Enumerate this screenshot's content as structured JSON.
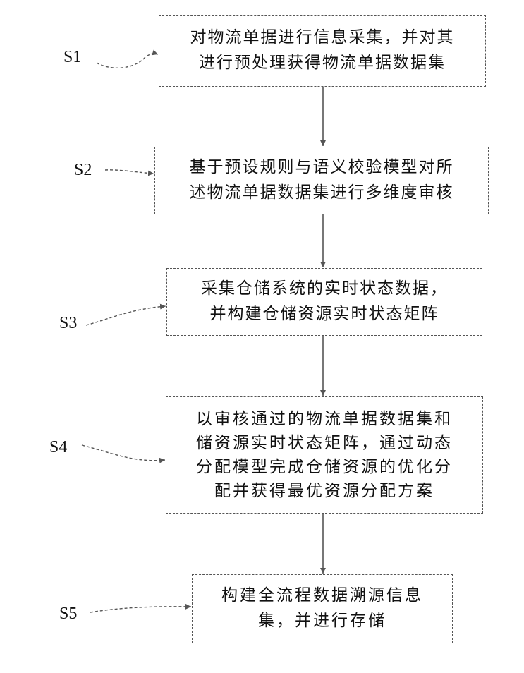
{
  "flowchart": {
    "steps": [
      {
        "id": "S1",
        "label": "S1",
        "text": "对物流单据进行信息采集，并对其\n进行预处理获得物流单据数据集"
      },
      {
        "id": "S2",
        "label": "S2",
        "text": "基于预设规则与语义校验模型对所\n述物流单据数据集进行多维度审核"
      },
      {
        "id": "S3",
        "label": "S3",
        "text": "采集仓储系统的实时状态数据，\n并构建仓储资源实时状态矩阵"
      },
      {
        "id": "S4",
        "label": "S4",
        "text": "以审核通过的物流单据数据集和\n储资源实时状态矩阵，通过动态\n分配模型完成仓储资源的优化分\n配并获得最优资源分配方案"
      },
      {
        "id": "S5",
        "label": "S5",
        "text": "构建全流程数据溯源信息\n集，并进行存储"
      }
    ],
    "line_color": "#555555",
    "text_color": "#111111",
    "background_color": "#ffffff"
  }
}
